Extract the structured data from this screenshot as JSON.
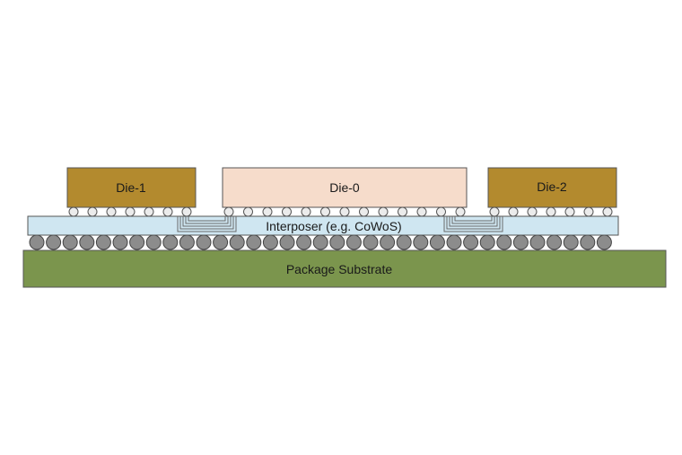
{
  "diagram": {
    "dies": [
      {
        "label": "Die-1",
        "color": "#b38a2e"
      },
      {
        "label": "Die-0",
        "color": "#f6dccb"
      },
      {
        "label": "Die-2",
        "color": "#b38a2e"
      }
    ],
    "interposer": {
      "label": "Interposer (e.g. CoWoS)",
      "color": "#cfe6f1"
    },
    "substrate": {
      "label": "Package Substrate",
      "color": "#7b954d"
    },
    "micro_bump_color": "#ebebeb",
    "c4_bump_color": "#8c8c8c",
    "outline_color": "#555555",
    "wire_color": "#6a6a6a"
  }
}
